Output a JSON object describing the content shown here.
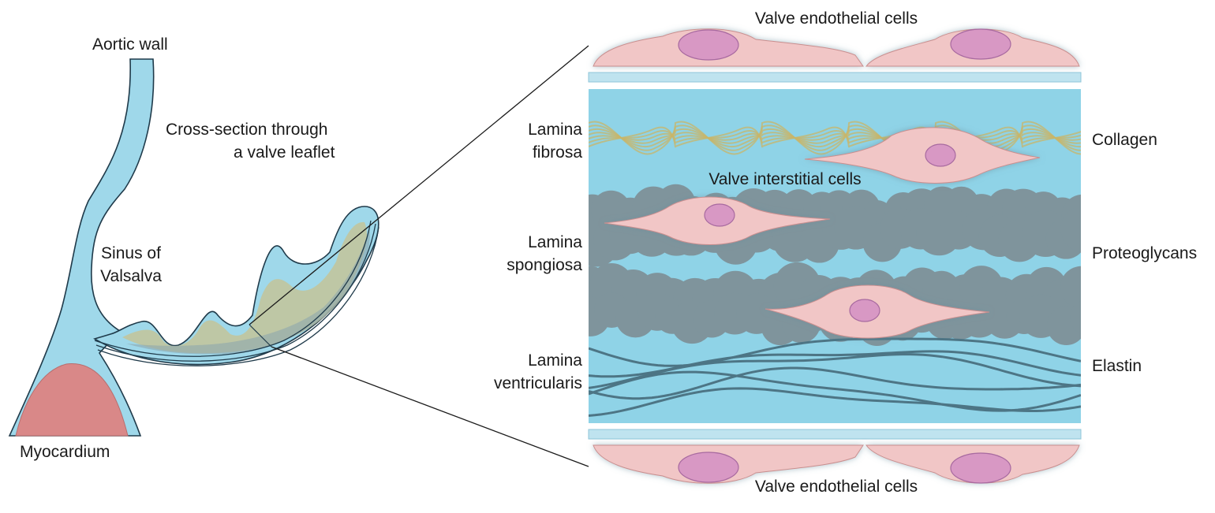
{
  "labels": {
    "aortic_wall": "Aortic wall",
    "cross_section_line1": "Cross-section through",
    "cross_section_line2": "a valve leaflet",
    "sinus_line1": "Sinus of",
    "sinus_line2": "Valsalva",
    "myocardium": "Myocardium",
    "endothelial_top": "Valve endothelial cells",
    "endothelial_bottom": "Valve endothelial cells",
    "interstitial": "Valve interstitial cells",
    "fibrosa_line1": "Lamina",
    "fibrosa_line2": "fibrosa",
    "spongiosa_line1": "Lamina",
    "spongiosa_line2": "spongiosa",
    "ventricularis_line1": "Lamina",
    "ventricularis_line2": "ventricularis",
    "collagen": "Collagen",
    "proteoglycans": "Proteoglycans",
    "elastin": "Elastin"
  },
  "colors": {
    "tissue_blue": "#9fd8ea",
    "matrix_blue": "#8fd3e7",
    "outline": "#1f3a4a",
    "myocardium": "#d98888",
    "cell_body": "#f1c6c6",
    "nucleus": "#d898c4",
    "nucleus_stroke": "#a86aa0",
    "collagen": "#c8b56a",
    "proteoglycan": "#7f949c",
    "elastin": "#4d7585"
  }
}
